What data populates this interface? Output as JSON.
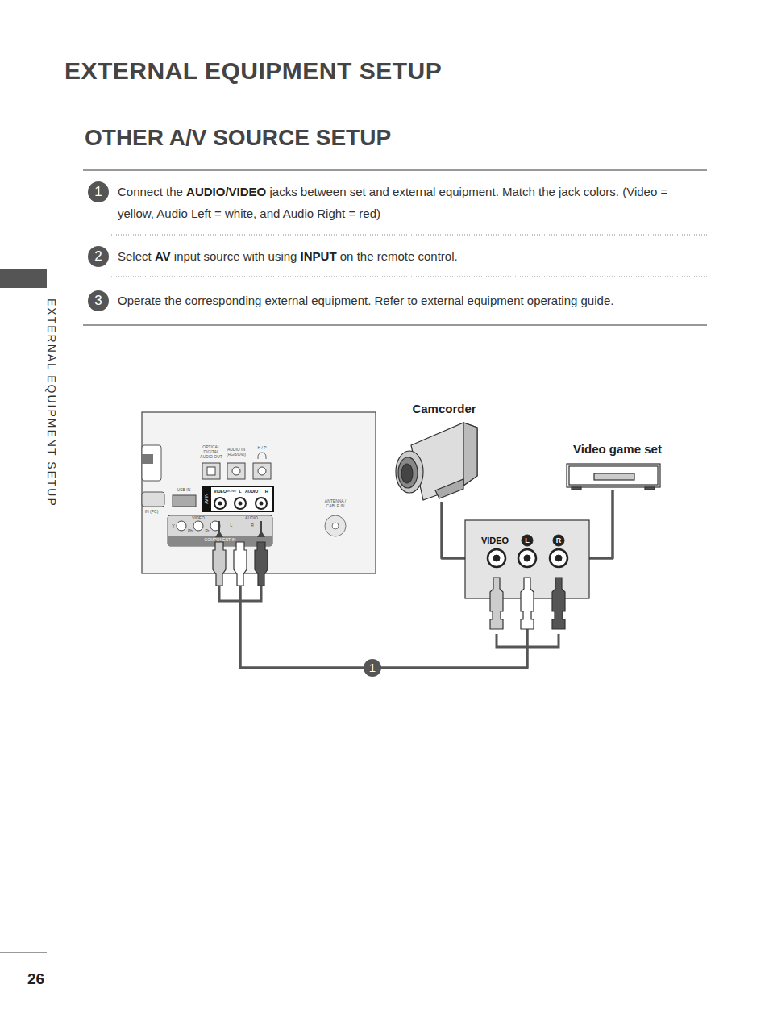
{
  "diagram": {
    "title": "EXTERNAL EQUIPMENT SETUP",
    "nodes": [
      {
        "text": [
          "AV IN",
          "VIDEO",
          "MONO",
          "AUDIO",
          "L",
          "R"
        ]
      },
      {
        "text": [
          "Camcorder"
        ]
      },
      {
        "text": [
          "Video game set"
        ]
      },
      {
        "text": [
          "VIDEO",
          "L",
          "R"
        ]
      }
    ],
    "edges": [
      {
        "from": 1,
        "to": 3,
        "arrow": "none"
      },
      {
        "from": 2,
        "to": 3,
        "arrow": "none"
      },
      {
        "from": 3,
        "to": 0,
        "arrow": "to",
        "label": "1"
      }
    ],
    "labels": [
      "OTHER A/V SOURCE SETUP",
      "1",
      "Connect the",
      "AUDIO/VIDEO",
      "jacks between set and external equipment. Match the jack colors. (Video = yellow, Audio Left = white, and Audio Right = red)",
      "2",
      "Select",
      "AV",
      "input source with using",
      "INPUT",
      "on the remote control.",
      "3",
      "Operate the corresponding external equipment. Refer to external equipment operating guide.",
      "EXTERNAL EQUIPMENT SETUP",
      "26",
      "OPTICAL DIGITAL AUDIO OUT",
      "AUDIO IN (RGB/DVI)",
      "H / P",
      "USB IN",
      "IN (PC)",
      "VIDEO",
      "AUDIO",
      "Y",
      "Pb",
      "Pr",
      "L",
      "R",
      "COMPONENT IN",
      "ANTENNA / CABLE IN"
    ]
  }
}
